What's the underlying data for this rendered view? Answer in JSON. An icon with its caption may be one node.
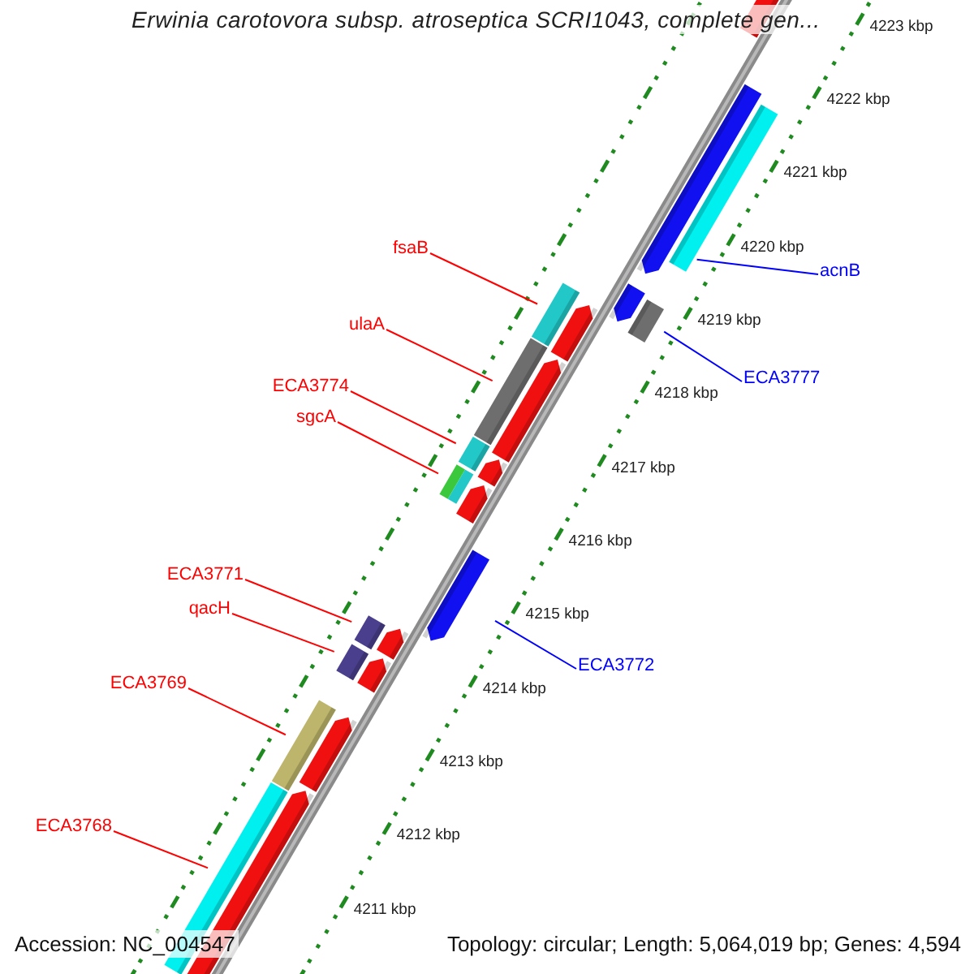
{
  "diagram": {
    "title": "Erwinia carotovora subsp. atroseptica SCRI1043, complete gen...",
    "nodes": [
      {
        "text": [
          "fsaB"
        ]
      },
      {
        "text": [
          "acnB"
        ]
      },
      {
        "text": [
          "ulaA"
        ]
      },
      {
        "text": [
          "ECA3777"
        ]
      },
      {
        "text": [
          "ECA3774"
        ]
      },
      {
        "text": [
          "sgcA"
        ]
      },
      {
        "text": [
          "ECA3771"
        ]
      },
      {
        "text": [
          "qacH"
        ]
      },
      {
        "text": [
          "ECA3772"
        ]
      },
      {
        "text": [
          "ECA3769"
        ]
      },
      {
        "text": [
          "ECA3768"
        ]
      },
      {
        "text": [],
        "shape": "bar"
      },
      {
        "text": [],
        "shape": "bar"
      },
      {
        "text": [],
        "shape": "bar"
      },
      {
        "text": [],
        "shape": "bar"
      },
      {
        "text": [],
        "shape": "bar"
      },
      {
        "text": [],
        "shape": "bar"
      },
      {
        "text": [],
        "shape": "bar"
      },
      {
        "text": [],
        "shape": "bar"
      },
      {
        "text": [],
        "shape": "bar"
      },
      {
        "text": [],
        "shape": "bar"
      },
      {
        "text": [],
        "shape": "bar"
      }
    ],
    "edges": [
      {
        "from": 0,
        "to": 11,
        "arrow": "none"
      },
      {
        "from": 1,
        "to": 12,
        "arrow": "none",
        "color": "#0000ff"
      },
      {
        "from": 2,
        "to": 13,
        "arrow": "none"
      },
      {
        "from": 3,
        "to": 14,
        "arrow": "none",
        "color": "#0000ff"
      },
      {
        "from": 4,
        "to": 15,
        "arrow": "none"
      },
      {
        "from": 5,
        "to": 16,
        "arrow": "none"
      },
      {
        "from": 6,
        "to": 17,
        "arrow": "none"
      },
      {
        "from": 7,
        "to": 18,
        "arrow": "none"
      },
      {
        "from": 8,
        "to": 19,
        "arrow": "none",
        "color": "#0000ff"
      },
      {
        "from": 9,
        "to": 20,
        "arrow": "none"
      },
      {
        "from": 10,
        "to": 21,
        "arrow": "none"
      }
    ],
    "labels": [
      "4223 kbp",
      "4222 kbp",
      "4221 kbp",
      "4220 kbp",
      "4219 kbp",
      "4218 kbp",
      "4217 kbp",
      "4216 kbp",
      "4215 kbp",
      "4214 kbp",
      "4213 kbp",
      "4212 kbp",
      "4211 kbp",
      "Accession: NC_004547",
      "Topology: circular; Length: 5,064,019 bp; Genes: 4,594"
    ]
  }
}
